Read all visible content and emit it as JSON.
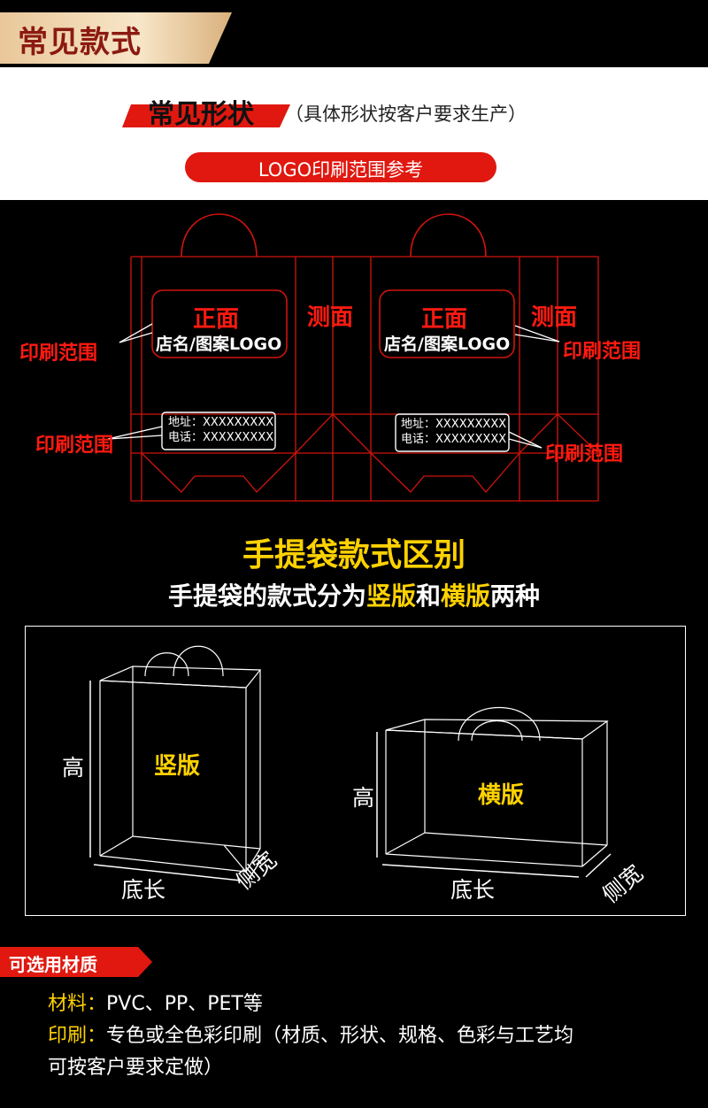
{
  "header": {
    "section_title": "常见款式",
    "shape_title": "常见形状",
    "shape_note": "（具体形状按客户要求生产）",
    "logo_pill": "LOGO印刷范围参考"
  },
  "diagram": {
    "front_label": "正面",
    "side_label": "测面",
    "store_label": "店名/图案LOGO",
    "address_line": "地址：XXXXXXXXX",
    "phone_line": "电话：XXXXXXXXX",
    "print_area_label": "印刷范围"
  },
  "styles": {
    "title": "手提袋款式区别",
    "subtitle_prefix": "手提袋的款式分为",
    "vertical": "竖版",
    "and": "和",
    "horizontal": "横版",
    "subtitle_suffix": "两种",
    "height_label": "高",
    "base_length_label": "底长",
    "side_width_label": "侧宽"
  },
  "materials": {
    "tag": "可选用材质",
    "material_key": "材料：",
    "material_value": "PVC、PP、PET等",
    "print_key": "印刷：",
    "print_value_line1": "专色或全色彩印刷（材质、形状、规格、色彩与工艺均",
    "print_value_line2": "可按客户要求定做）"
  },
  "colors": {
    "accent_red": "#e0180f",
    "accent_yellow": "#ffd200",
    "title_red": "#8b1a12"
  }
}
